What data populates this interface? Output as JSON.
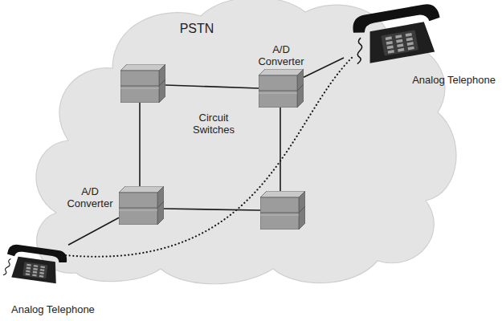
{
  "diagram": {
    "nodes": [
      {
        "text": [
          "PSTN"
        ]
      },
      {
        "text": [
          "A/D Converter"
        ],
        "in": 0
      },
      {
        "text": [
          "Analog Telephone"
        ]
      },
      {
        "text": [
          "A/D Converter"
        ],
        "in": 0
      },
      {
        "text": [
          "Analog Telephone"
        ]
      }
    ],
    "edges": [
      {
        "from": 2,
        "to": 1,
        "arrow": "none"
      },
      {
        "from": 3,
        "to": 4,
        "arrow": "none"
      },
      {
        "from": 2,
        "to": 4,
        "arrow": "none"
      }
    ],
    "labels": [
      "Circuit Switches"
    ]
  }
}
